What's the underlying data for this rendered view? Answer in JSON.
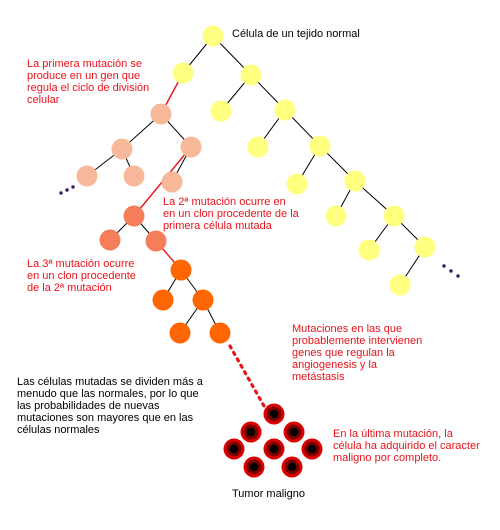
{
  "labels": {
    "normal_cell": "Célula de un tejido normal",
    "first_mutation": "La primera mutación se\nproduce en un gen que\nregula el ciclo de división\ncelular",
    "second_mutation": "La 2ª mutación ocurre en\nen un clon procedente de la\nprimera célula mutada",
    "third_mutation": "La 3ª mutación ocurre\nen un clon procedente\nde la 2ª mutación",
    "angiogenesis": "Mutaciones en las que\nprobablemente intervienen\ngenes que regulan la\nangiogenesis y la\nmetástasis",
    "mutated_cells": "Las células mutadas se dividen más a\nmenudo que las normales, por lo que\nlas probabilidades de nuevas\nmutaciones son mayores que en las\ncélulas normales",
    "last_mutation": "En la última mutación, la\ncélula ha adquirido el caracter\nmaligno por completo.",
    "tumor": "Tumor maligno"
  },
  "colors": {
    "normal": "#ffff80",
    "first_clone": "#f8b89a",
    "second_clone": "#f47e5a",
    "third_clone": "#ff6600",
    "tumor": "#dd0000",
    "tumor_core": "#000000",
    "mutation_line": "#e8141c",
    "label_red": "#e8141c"
  }
}
